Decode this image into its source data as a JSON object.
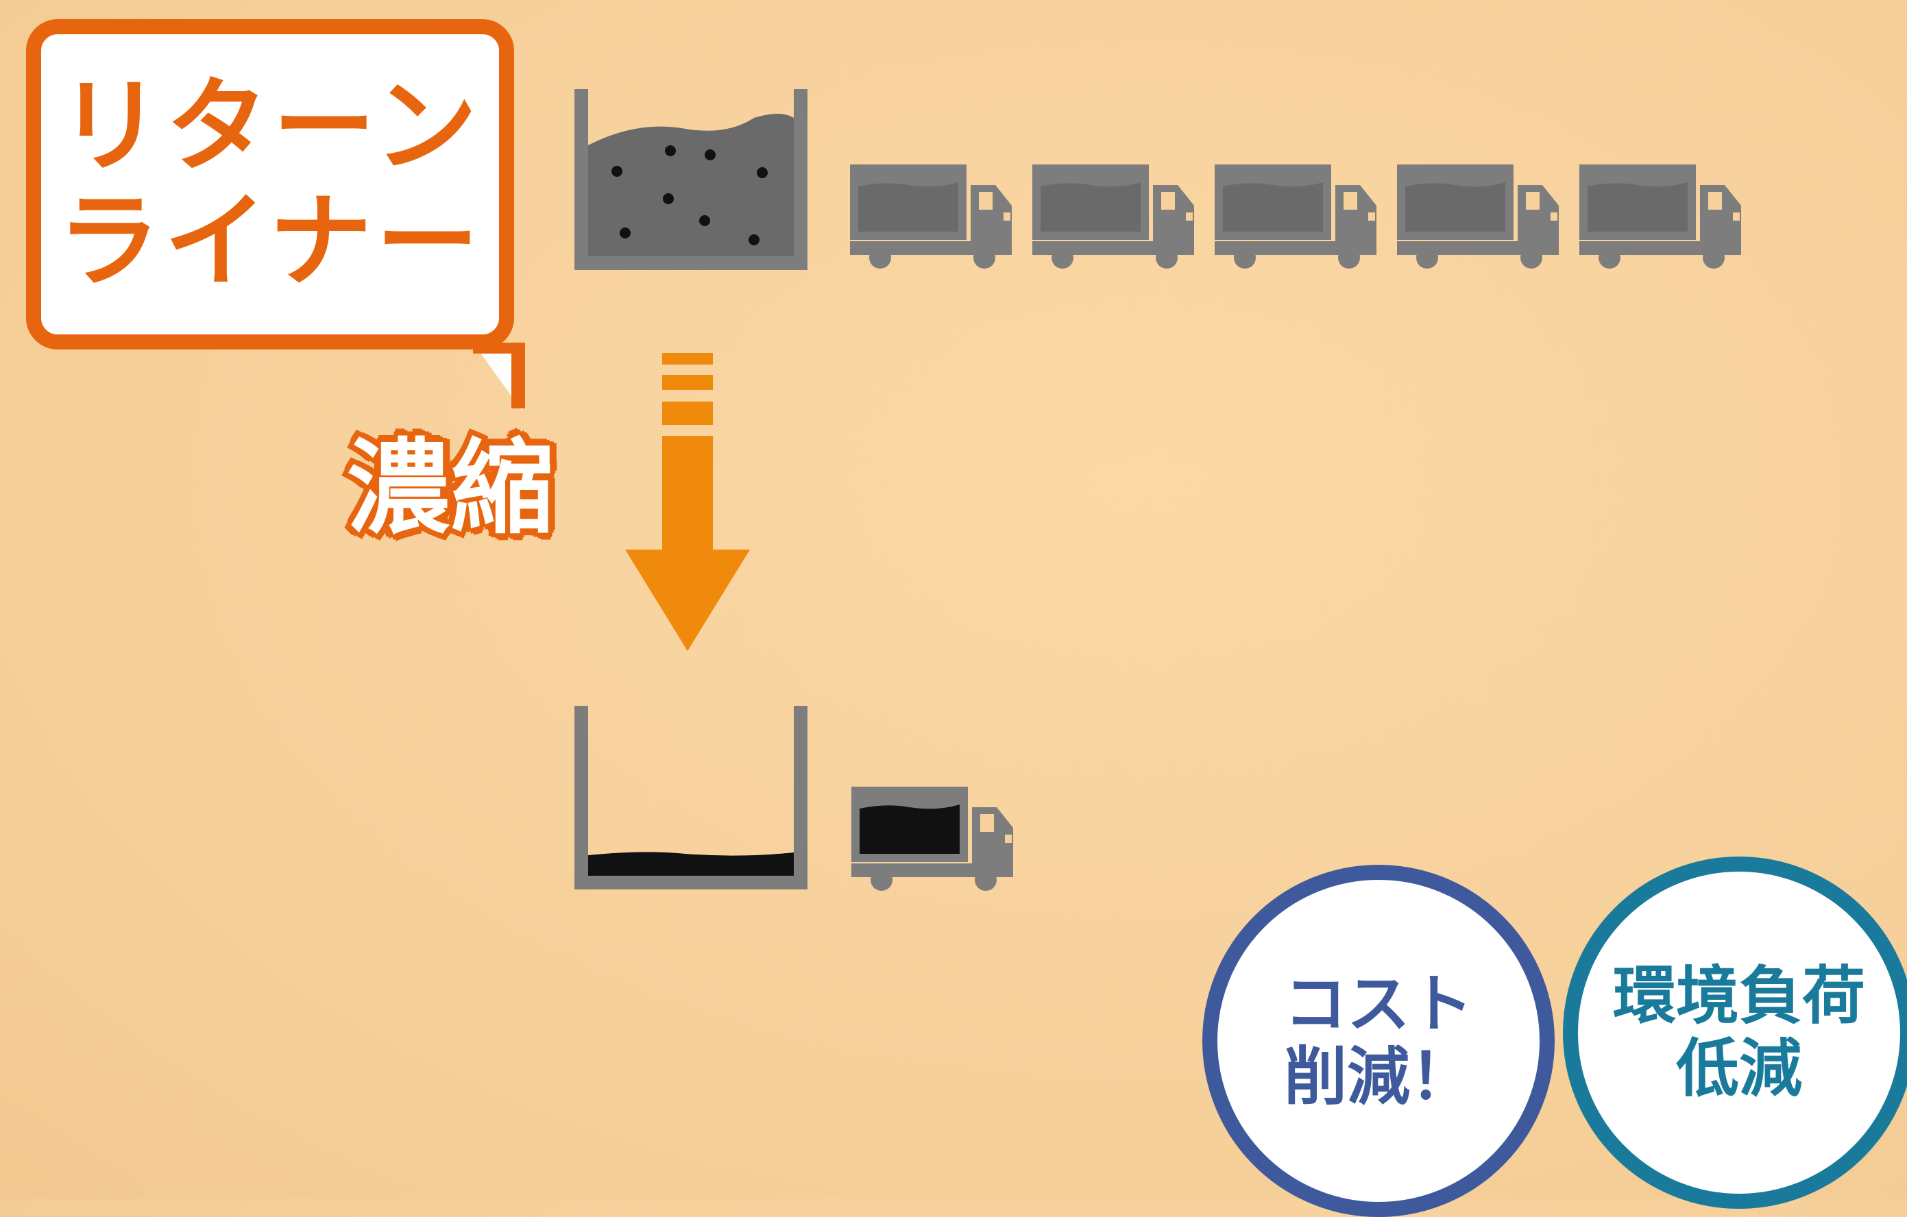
{
  "callout": {
    "line1": "リターン",
    "line2": "ライナー"
  },
  "process": {
    "label": "濃縮"
  },
  "badges": [
    {
      "line1": "コスト",
      "line2": "削減！"
    },
    {
      "line1": "環境負荷",
      "line2": "低減"
    }
  ],
  "trucks": {
    "before_count": 5,
    "after_count": 1
  },
  "colors": {
    "accent": "#e8650f",
    "arrow": "#ef8a0c",
    "gray": "#7d7d7d",
    "sludge_before": "#6a6a6a",
    "sludge_after": "#111111",
    "badge_cost": "#3f5a9c",
    "badge_env": "#1a7a9c"
  }
}
